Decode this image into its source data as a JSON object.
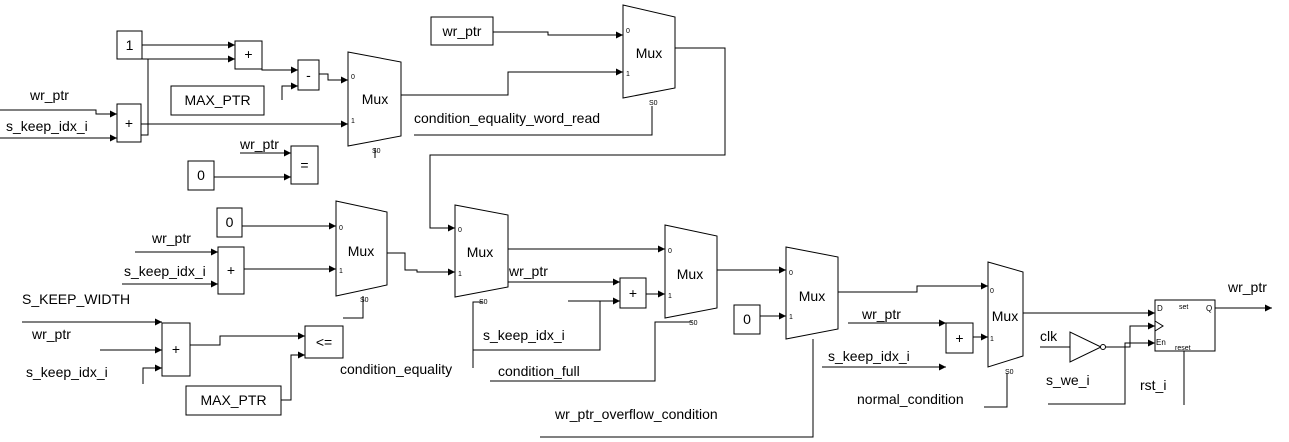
{
  "diagram": {
    "constants": {
      "one": "1",
      "zero": "0",
      "max_ptr": "MAX_PTR",
      "s_keep_width": "S_KEEP_WIDTH"
    },
    "ops": {
      "add": "+",
      "sub": "-",
      "eq": "=",
      "le": "<="
    },
    "signals": {
      "wr_ptr": "wr_ptr",
      "s_keep_idx_i": "s_keep_idx_i",
      "condition_equality_word_read": "condition_equality_word_read",
      "condition_equality": "condition_equality",
      "condition_full": "condition_full",
      "wr_ptr_overflow_condition": "wr_ptr_overflow_condition",
      "normal_condition": "normal_condition",
      "clk": "clk",
      "s_we_i": "s_we_i",
      "rst_i": "rst_i"
    },
    "mux": {
      "label": "Mux",
      "in0": "0",
      "in1": "1",
      "sel": "S0"
    },
    "ff": {
      "d": "D",
      "set": "set",
      "q": "Q",
      "en": "En",
      "reset": "reset"
    }
  }
}
